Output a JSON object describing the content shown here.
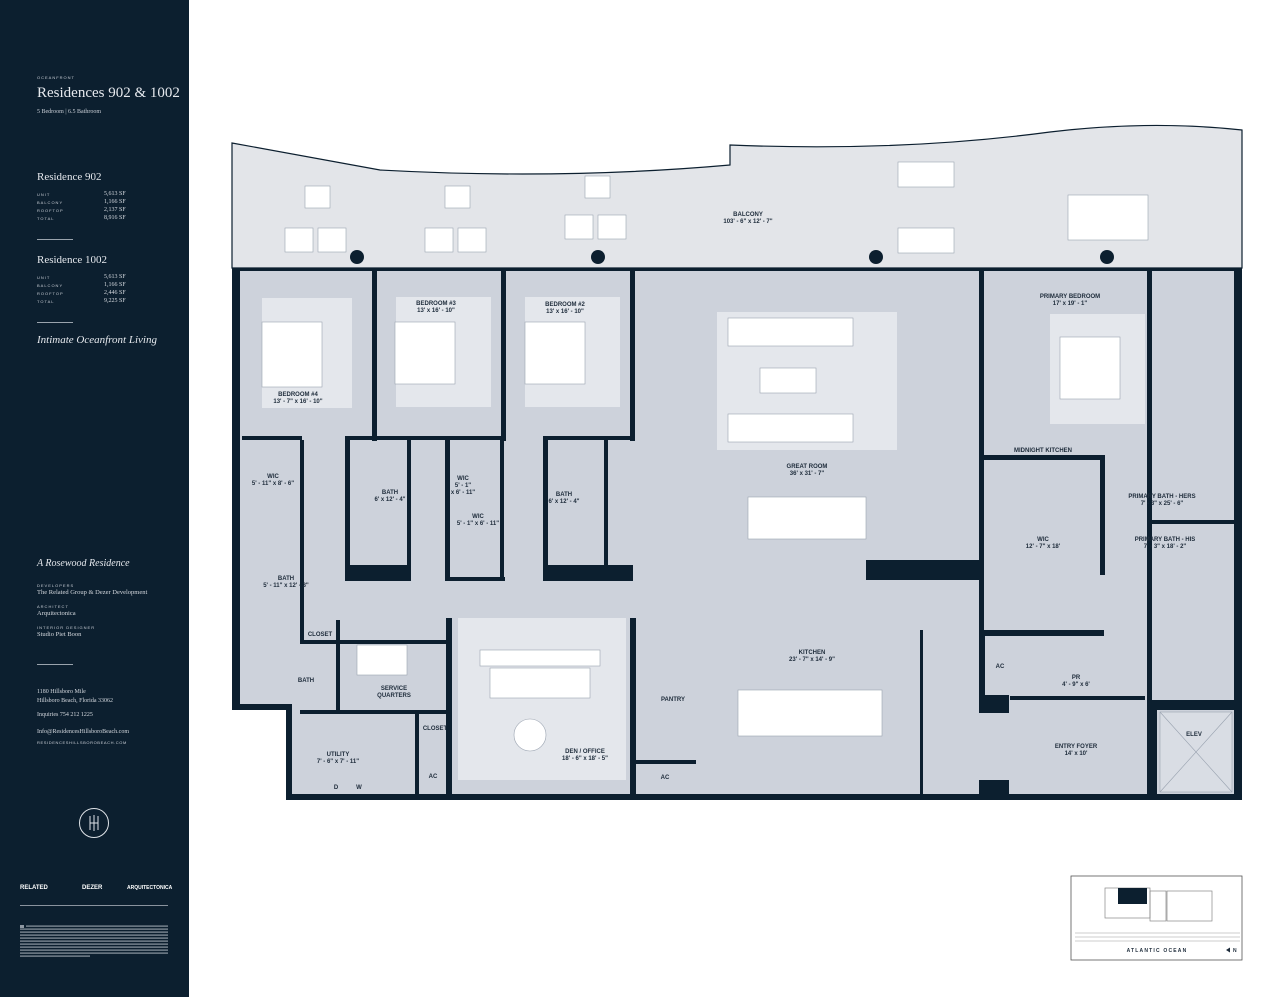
{
  "sidebar": {
    "eyebrow": "OCEANFRONT",
    "title": "Residences 902 & 1002",
    "subtitle": "5 Bedroom  |  6.5 Bathroom",
    "residences": [
      {
        "name": "Residence 902",
        "rows": [
          {
            "label": "UNIT",
            "value": "5,613 SF"
          },
          {
            "label": "BALCONY",
            "value": "1,166 SF"
          },
          {
            "label": "ROOFTOP",
            "value": "2,137 SF"
          },
          {
            "label": "TOTAL",
            "value": "8,916 SF"
          }
        ]
      },
      {
        "name": "Residence 1002",
        "rows": [
          {
            "label": "UNIT",
            "value": "5,613 SF"
          },
          {
            "label": "BALCONY",
            "value": "1,166 SF"
          },
          {
            "label": "ROOFTOP",
            "value": "2,446 SF"
          },
          {
            "label": "TOTAL",
            "value": "9,225 SF"
          }
        ]
      }
    ],
    "tagline": "Intimate Oceanfront Living",
    "brand_line": "A Rosewood Residence",
    "credits": [
      {
        "label": "DEVELOPERS",
        "value": "The Related Group & Dezer Development"
      },
      {
        "label": "ARCHITECT",
        "value": "Arquitectonica"
      },
      {
        "label": "INTERIOR DESIGNER",
        "value": "Studio Piet Boon"
      }
    ],
    "address_line1": "1180 Hillsboro Mile",
    "address_line2": "Hillsboro Beach, Florida 33062",
    "inquiries": "Inquiries  754 212 1225",
    "email": "Info@ResidencesHillsboroBeach.com",
    "website": "RESIDENCESHILLSBOROBEACH.COM",
    "logos": [
      "RELATED",
      "DEZER",
      "ARQUITECTONICA"
    ]
  },
  "rooms": {
    "balcony": {
      "name": "BALCONY",
      "dims": "103' - 6\" x 12' - 7\""
    },
    "bedroom4": {
      "name": "BEDROOM #4",
      "dims": "13' - 7\" x 16' - 10\""
    },
    "bedroom3": {
      "name": "BEDROOM #3",
      "dims": "13' x 16' - 10\""
    },
    "bedroom2": {
      "name": "BEDROOM #2",
      "dims": "13' x 16' - 10\""
    },
    "wic1": {
      "name": "WIC",
      "dims": "5' - 11\" x 8' - 6\""
    },
    "bath1": {
      "name": "BATH",
      "dims": "6' x 12' - 4\""
    },
    "wic2": {
      "name": "WIC",
      "dims1": "5' - 1\"",
      "dims2": "x 6' - 11\""
    },
    "wic3": {
      "name": "WIC",
      "dims": "5' - 1\" x 6' - 11\""
    },
    "bath2": {
      "name": "BATH",
      "dims": "6' x 12' - 4\""
    },
    "bath3": {
      "name": "BATH",
      "dims": "5' - 11\" x 12' - 3\""
    },
    "closet1": {
      "name": "CLOSET"
    },
    "bath4": {
      "name": "BATH"
    },
    "service": {
      "name1": "SERVICE",
      "name2": "QUARTERS"
    },
    "closet2": {
      "name": "CLOSET"
    },
    "utility": {
      "name": "UTILITY",
      "dims": "7' - 6\" x 7' - 11\""
    },
    "dryer": "D",
    "washer": "W",
    "ac1": "AC",
    "den": {
      "name": "DEN / OFFICE",
      "dims": "18' - 6\" x 18' - 5\""
    },
    "pantry": {
      "name": "PANTRY"
    },
    "ac2": "AC",
    "great_room": {
      "name": "GREAT ROOM",
      "dims": "36' x 31' - 7\""
    },
    "kitchen": {
      "name": "KITCHEN",
      "dims": "23' - 7\" x 14' - 9\""
    },
    "primary_bedroom": {
      "name": "PRIMARY BEDROOM",
      "dims": "17' x 19' - 1\""
    },
    "midnight_kitchen": {
      "name": "MIDNIGHT KITCHEN"
    },
    "wic_primary": {
      "name": "WIC",
      "dims": "12' - 7\" x 18'"
    },
    "bath_hers": {
      "name": "PRIMARY BATH - HERS",
      "dims": "7' - 3\" x 25' - 6\""
    },
    "bath_his": {
      "name": "PRIMARY BATH - HIS",
      "dims": "7' - 3\" x 18' - 2\""
    },
    "ac3": "AC",
    "pr": {
      "name": "PR",
      "dims": "4' - 9\" x 6'"
    },
    "foyer": {
      "name": "ENTRY FOYER",
      "dims": "14' x 10'"
    },
    "elev": {
      "name": "ELEV"
    }
  },
  "key_plan": {
    "ocean_label": "ATLANTIC OCEAN",
    "north_label": "N"
  },
  "colors": {
    "navy": "#0c1f2f",
    "floor": "#cdd2db",
    "balcony": "#e3e5e9"
  }
}
